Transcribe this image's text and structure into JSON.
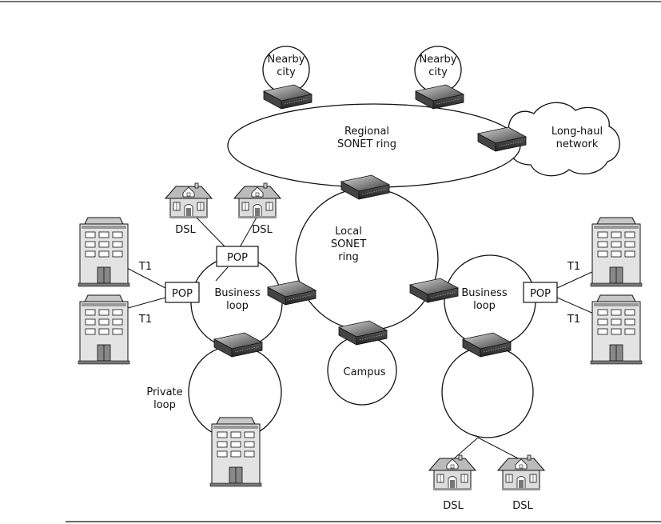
{
  "rings": {
    "nearby_city_1": "Nearby\ncity",
    "nearby_city_2": "Nearby\ncity",
    "regional": "Regional\nSONET ring",
    "long_haul": "Long-haul\nnetwork",
    "local": "Local\nSONET\nring",
    "business_left": "Business\nloop",
    "business_right": "Business\nloop",
    "campus": "Campus",
    "private": "Private\nloop"
  },
  "pop_labels": {
    "top": "POP",
    "left": "POP",
    "right": "POP"
  },
  "link_labels": {
    "dsl_top_left": "DSL",
    "dsl_top_right": "DSL",
    "t1_left_top": "T1",
    "t1_left_bottom": "T1",
    "t1_right_top": "T1",
    "t1_right_bottom": "T1",
    "dsl_bottom_left": "DSL",
    "dsl_bottom_right": "DSL"
  },
  "icons": {
    "device": "sonet-mux-icon",
    "house": "house-icon",
    "office": "office-building-icon",
    "cloud": "cloud-icon"
  }
}
